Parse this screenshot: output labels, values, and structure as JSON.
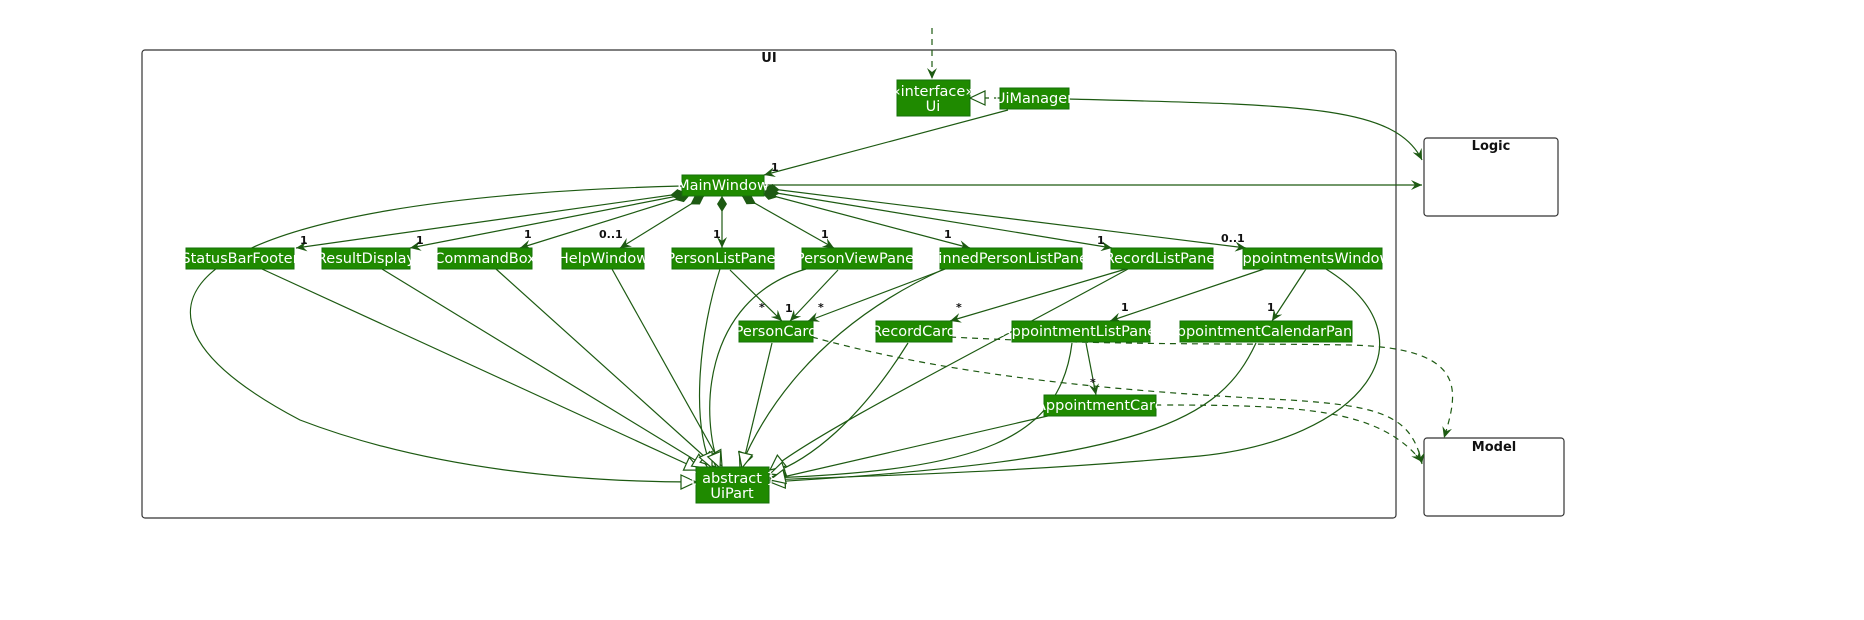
{
  "packages": {
    "ui": "UI",
    "logic": "Logic",
    "model": "Model"
  },
  "classes": {
    "ui_stereotype": "«interface»",
    "ui_name": "Ui",
    "ui_manager": "UiManager",
    "main_window": "MainWindow",
    "status_bar_footer": "StatusBarFooter",
    "result_display": "ResultDisplay",
    "command_box": "CommandBox",
    "help_window": "HelpWindow",
    "person_list_panel": "PersonListPanel",
    "person_view_panel": "PersonViewPanel",
    "pinned_person_list_panel": "PinnedPersonListPanel",
    "record_list_panel": "RecordListPanel",
    "appointments_window": "AppointmentsWindow",
    "person_card": "PersonCard",
    "record_card": "RecordCard",
    "appointment_list_panel": "AppointmentListPanel",
    "appointment_calendar_panel": "AppointmentCalendarPanel",
    "appointment_card": "AppointmentCard",
    "ui_part_stereotype": "{ abstract }",
    "ui_part": "UiPart"
  },
  "multiplicities": {
    "main_window": "1",
    "status_bar_footer": "1",
    "result_display": "1",
    "command_box": "1",
    "help_window": "0..1",
    "person_list_panel": "1",
    "person_view_panel": "1",
    "pinned_person_list_panel": "1",
    "record_list_panel": "1",
    "appointments_window": "0..1",
    "person_card_from_list": "*",
    "person_card_from_view": "1",
    "person_card_from_pinned": "*",
    "record_card": "*",
    "appointment_list_panel": "1",
    "appointment_calendar_panel": "1",
    "appointment_card": "*"
  },
  "colors": {
    "class_fill": "#1f8a00",
    "edge": "#1d5a12"
  }
}
